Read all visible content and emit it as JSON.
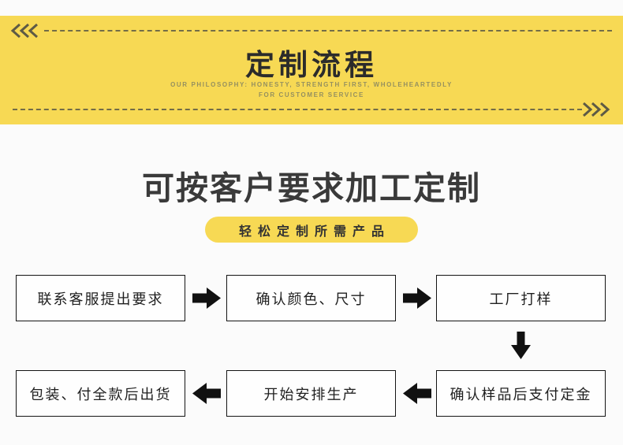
{
  "banner": {
    "title": "定制流程",
    "subtitle_line1": "OUR PHILOSOPHY: HONESTY, STRENGTH FIRST, WHOLEHEARTEDLY",
    "subtitle_line2": "FOR CUSTOMER SERVICE"
  },
  "main": {
    "heading": "可按客户要求加工定制",
    "badge": "轻松定制所需产品"
  },
  "flow": {
    "steps": [
      {
        "order": 1,
        "label": "联系客服提出要求"
      },
      {
        "order": 2,
        "label": "确认颜色、尺寸"
      },
      {
        "order": 3,
        "label": "工厂打样"
      },
      {
        "order": 4,
        "label": "确认样品后支付定金"
      },
      {
        "order": 5,
        "label": "开始安排生产"
      },
      {
        "order": 6,
        "label": "包装、付全款后出货"
      }
    ],
    "arrow_sequence": [
      "right",
      "right",
      "down",
      "left",
      "left"
    ]
  },
  "icons": {
    "chevrons_left": "<<<",
    "chevrons_right": ">>>",
    "arrow_right": "solid right arrow",
    "arrow_down": "solid down arrow",
    "arrow_left": "solid left arrow"
  },
  "colors": {
    "banner_yellow": "#f7d954",
    "badge_yellow": "#f7d954",
    "title_dark": "#2b2b2b",
    "subtitle_olive": "#95905f",
    "heading_dark": "#3a3a3a",
    "box_border": "#141414",
    "arrow_black": "#111111",
    "page_background": "#fbfbfb"
  }
}
